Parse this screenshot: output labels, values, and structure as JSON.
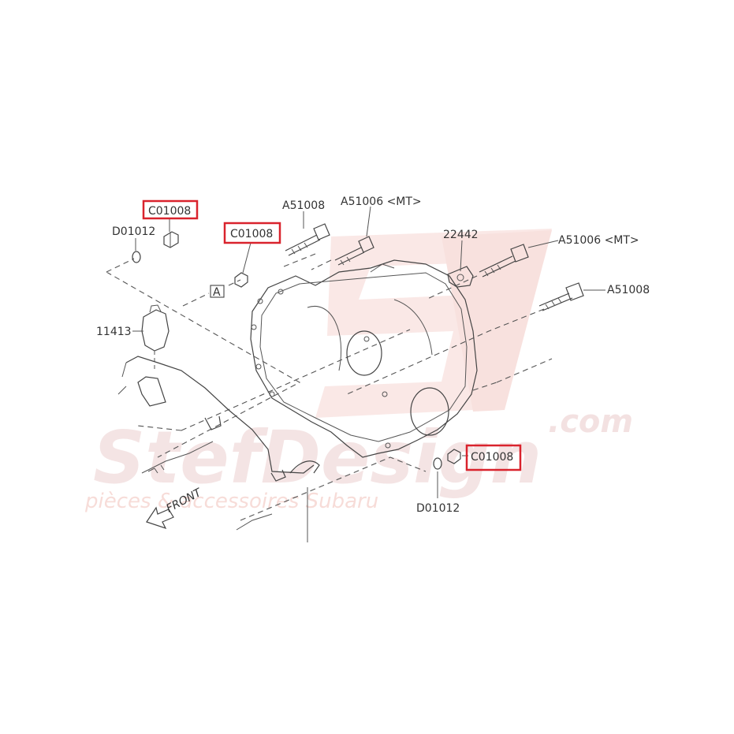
{
  "watermark": {
    "brand": "StefDesign",
    "domain": ".com",
    "tagline": "pièces & accessoires Subaru"
  },
  "colors": {
    "highlight": "#d9232d",
    "watermark": "#f2dcdc",
    "line": "#444444"
  },
  "parts": {
    "c01008_top_left": "C01008",
    "d01012_top_left": "D01012",
    "c01008_mid": "C01008",
    "a51008_top": "A51008",
    "a51006_mt_top": "A51006 <MT>",
    "p22442": "22442",
    "a51006_mt_right": "A51006 <MT>",
    "a51008_right": "A51008",
    "p11413": "11413",
    "ref_a": "A",
    "c01008_bottom": "C01008",
    "d01012_bottom": "D01012",
    "front": "FRONT"
  },
  "highlighted_parts": [
    "C01008"
  ]
}
